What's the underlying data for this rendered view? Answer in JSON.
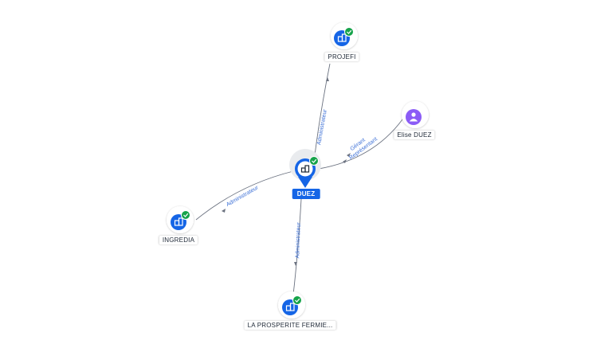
{
  "colors": {
    "company_icon": "#1565e6",
    "person_icon": "#8b5cf6",
    "verified_badge": "#16a34a",
    "edge_label": "#3b6fd6",
    "main_label_bg": "#1565e6"
  },
  "nodes": {
    "duez": {
      "label": "DUEZ",
      "icon": "building-icon",
      "verified": true
    },
    "projefi": {
      "label": "PROJEFI",
      "icon": "building-icon",
      "verified": true
    },
    "elise": {
      "label": "Elise DUEZ",
      "icon": "person-icon",
      "verified": false
    },
    "ingredia": {
      "label": "INGREDIA",
      "icon": "building-icon",
      "verified": true
    },
    "prosperite": {
      "label": "LA PROSPERITE FERMIE...",
      "icon": "building-icon",
      "verified": true
    }
  },
  "edges": {
    "projefi": {
      "label": "Administrateur"
    },
    "elise_1": {
      "label": "Gérant"
    },
    "elise_2": {
      "label": "Représentant"
    },
    "ingredia": {
      "label": "Administrateur"
    },
    "prosperite": {
      "label": "Administrateur"
    }
  }
}
